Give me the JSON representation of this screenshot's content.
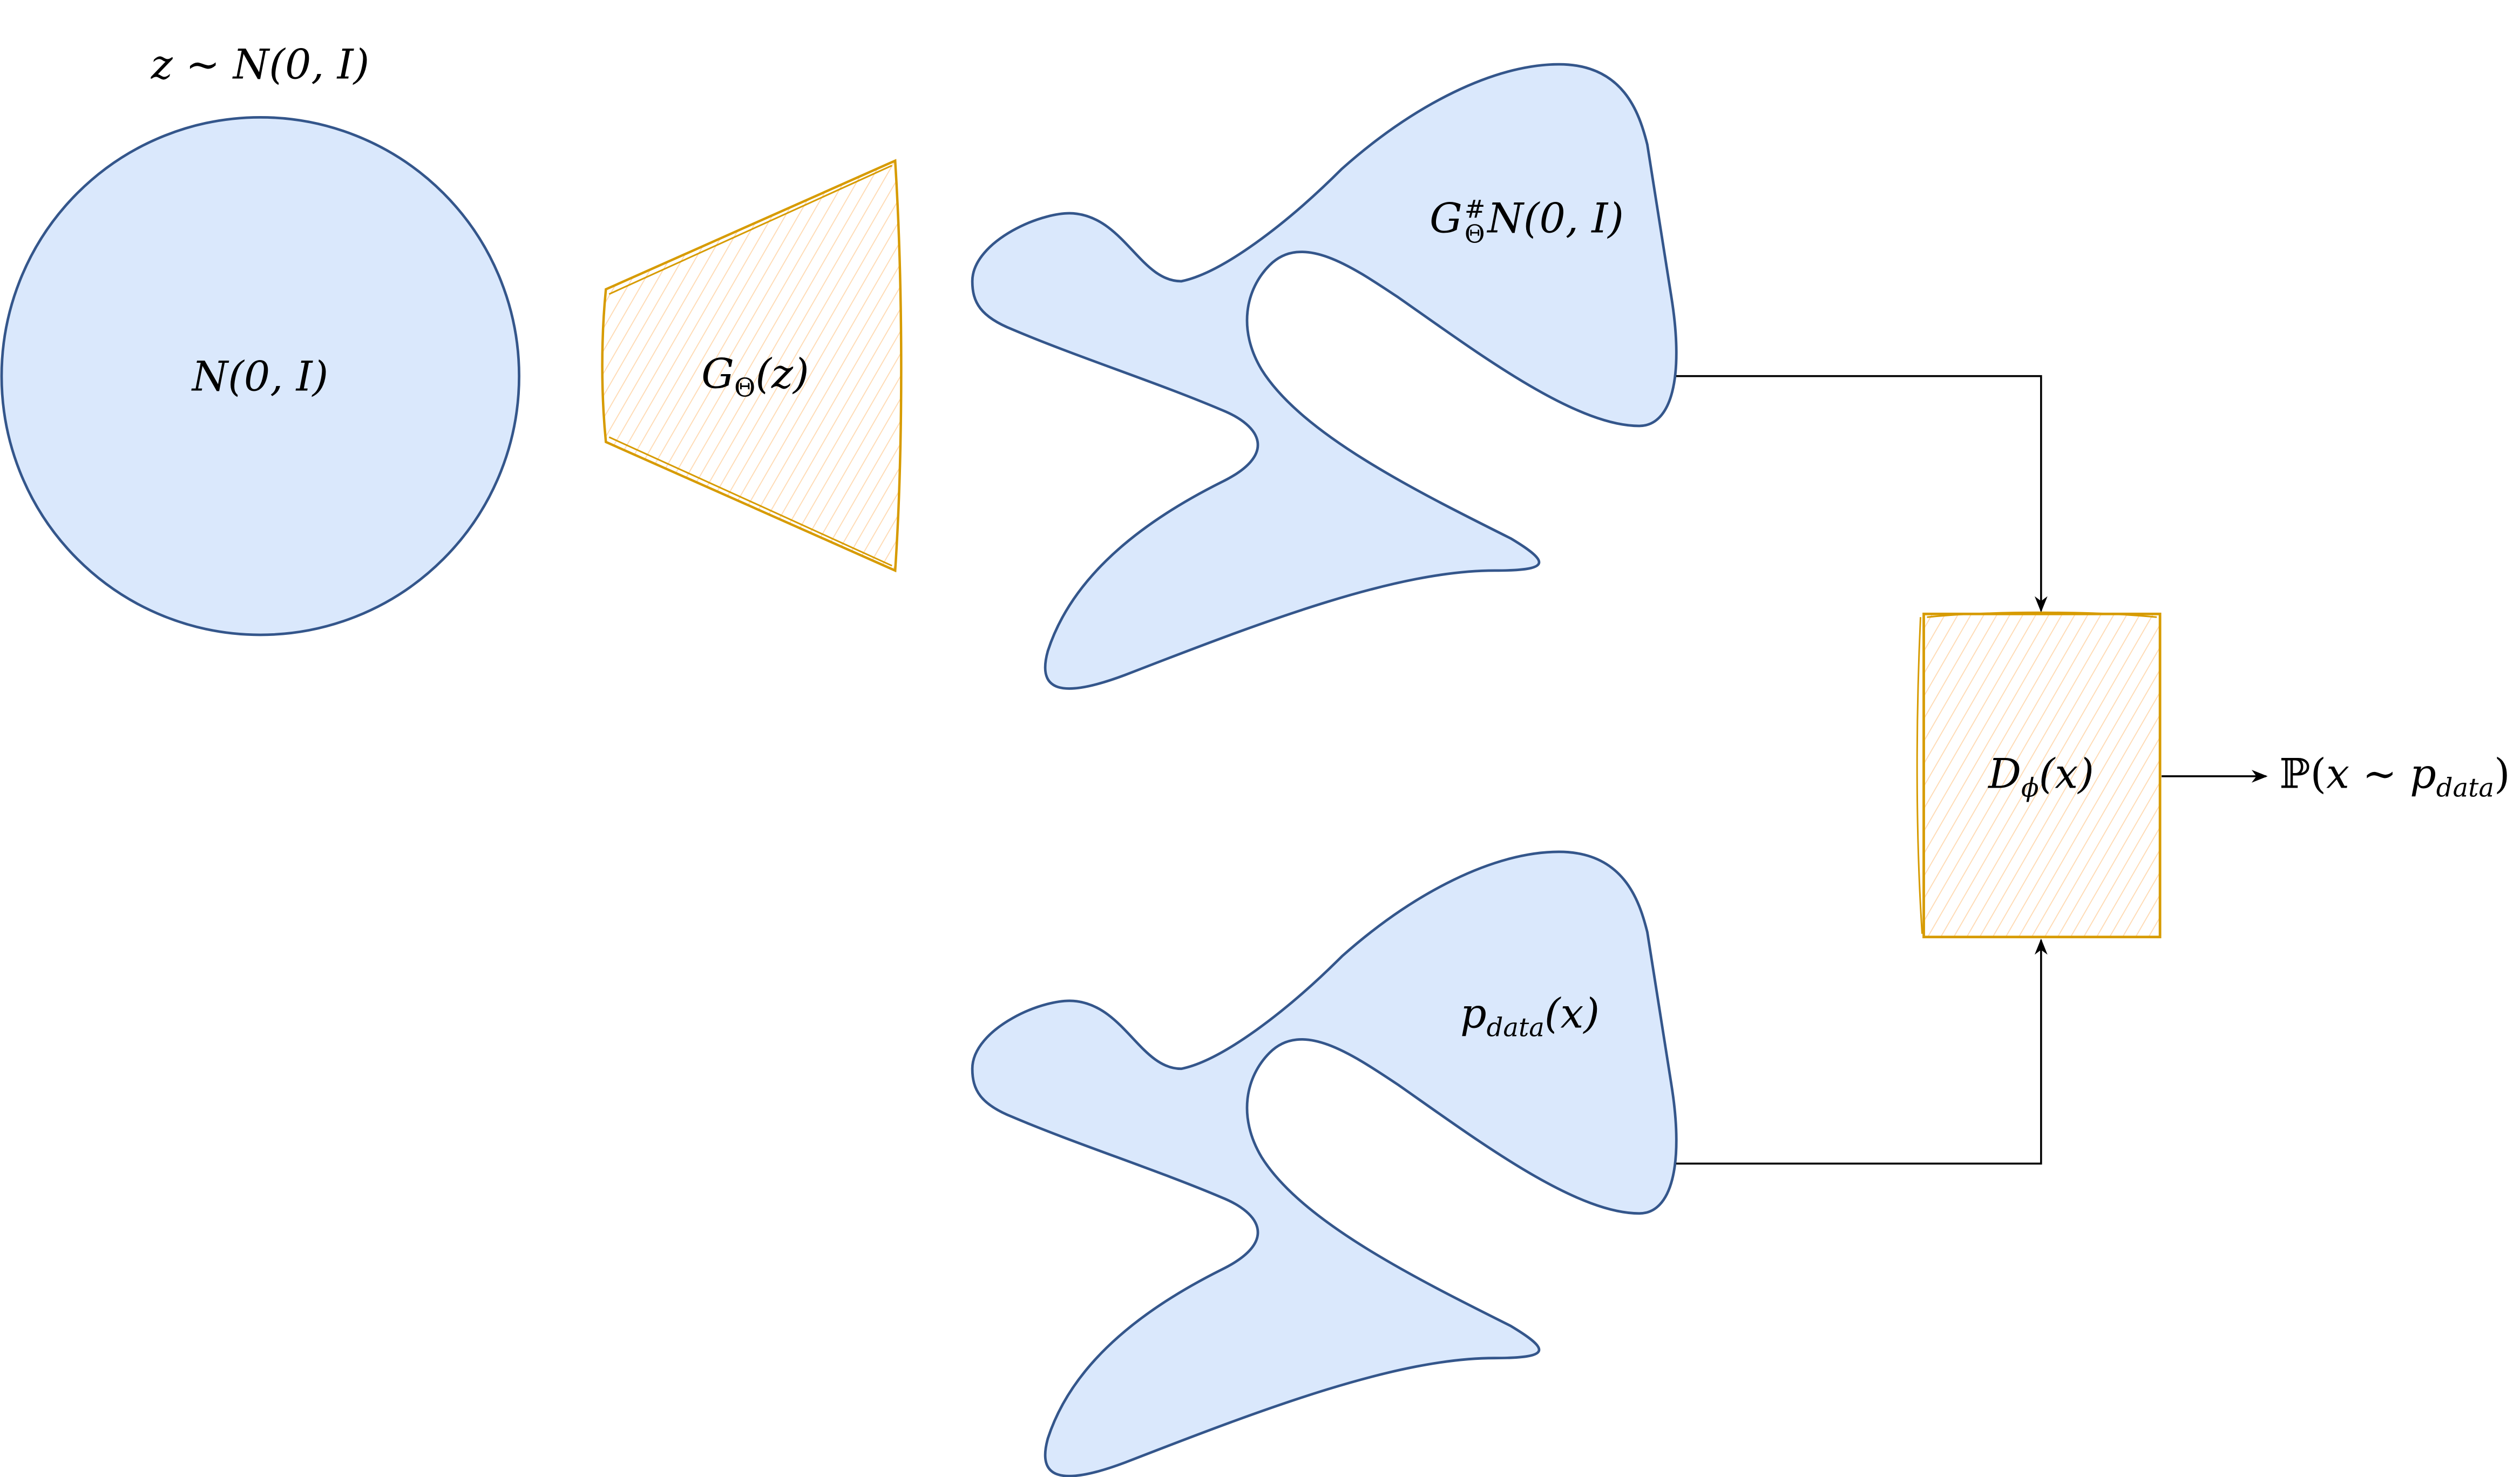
{
  "colors": {
    "blob_fill": "#dae8fc",
    "blob_stroke": "#34568b",
    "box_stroke": "#d79b00",
    "hatch": "#ffe6cc",
    "arrow": "#000000"
  },
  "labels": {
    "prior": {
      "var": "z",
      "sim": "∼",
      "dist": "N",
      "args": "(0, I)"
    },
    "circle": {
      "dist": "N",
      "args": "(0, I)"
    },
    "generator": {
      "name": "G",
      "sub": "Θ",
      "args": "(z)"
    },
    "pushforward": {
      "name": "G",
      "sup": "#",
      "sub": "Θ",
      "dist": "N",
      "args": "(0, I)"
    },
    "data": {
      "name": "p",
      "sub": "data",
      "args": "(x)"
    },
    "discriminator": {
      "name": "D",
      "sub": "ϕ",
      "args": "(x)"
    },
    "output": {
      "prob": "ℙ",
      "open": "(",
      "var": "x",
      "sim": "∼",
      "p": "p",
      "sub": "data",
      "close": ")"
    }
  }
}
